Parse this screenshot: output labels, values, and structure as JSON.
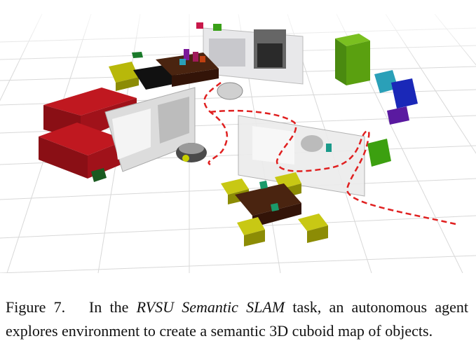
{
  "figure": {
    "number_label": "Figure 7.",
    "caption_pre": "In the ",
    "caption_task": "RVSU Semantic SLAM",
    "caption_post": " task, an autonomous agent explores environment to create a semantic 3D cuboid map of objects.",
    "colors": {
      "red_cuboid": "#a0121a",
      "yellow_cuboid": "#b8b80a",
      "brown_table": "#4a2410",
      "green_cuboid": "#5aa010",
      "dark_green_cuboid": "#1a5a20",
      "teal_cuboid": "#2aa0b8",
      "blue_cuboid": "#1a28b8",
      "purple_cuboid": "#5a1aa0",
      "path": "#e02020"
    },
    "icons": [
      "robot-icon"
    ]
  }
}
